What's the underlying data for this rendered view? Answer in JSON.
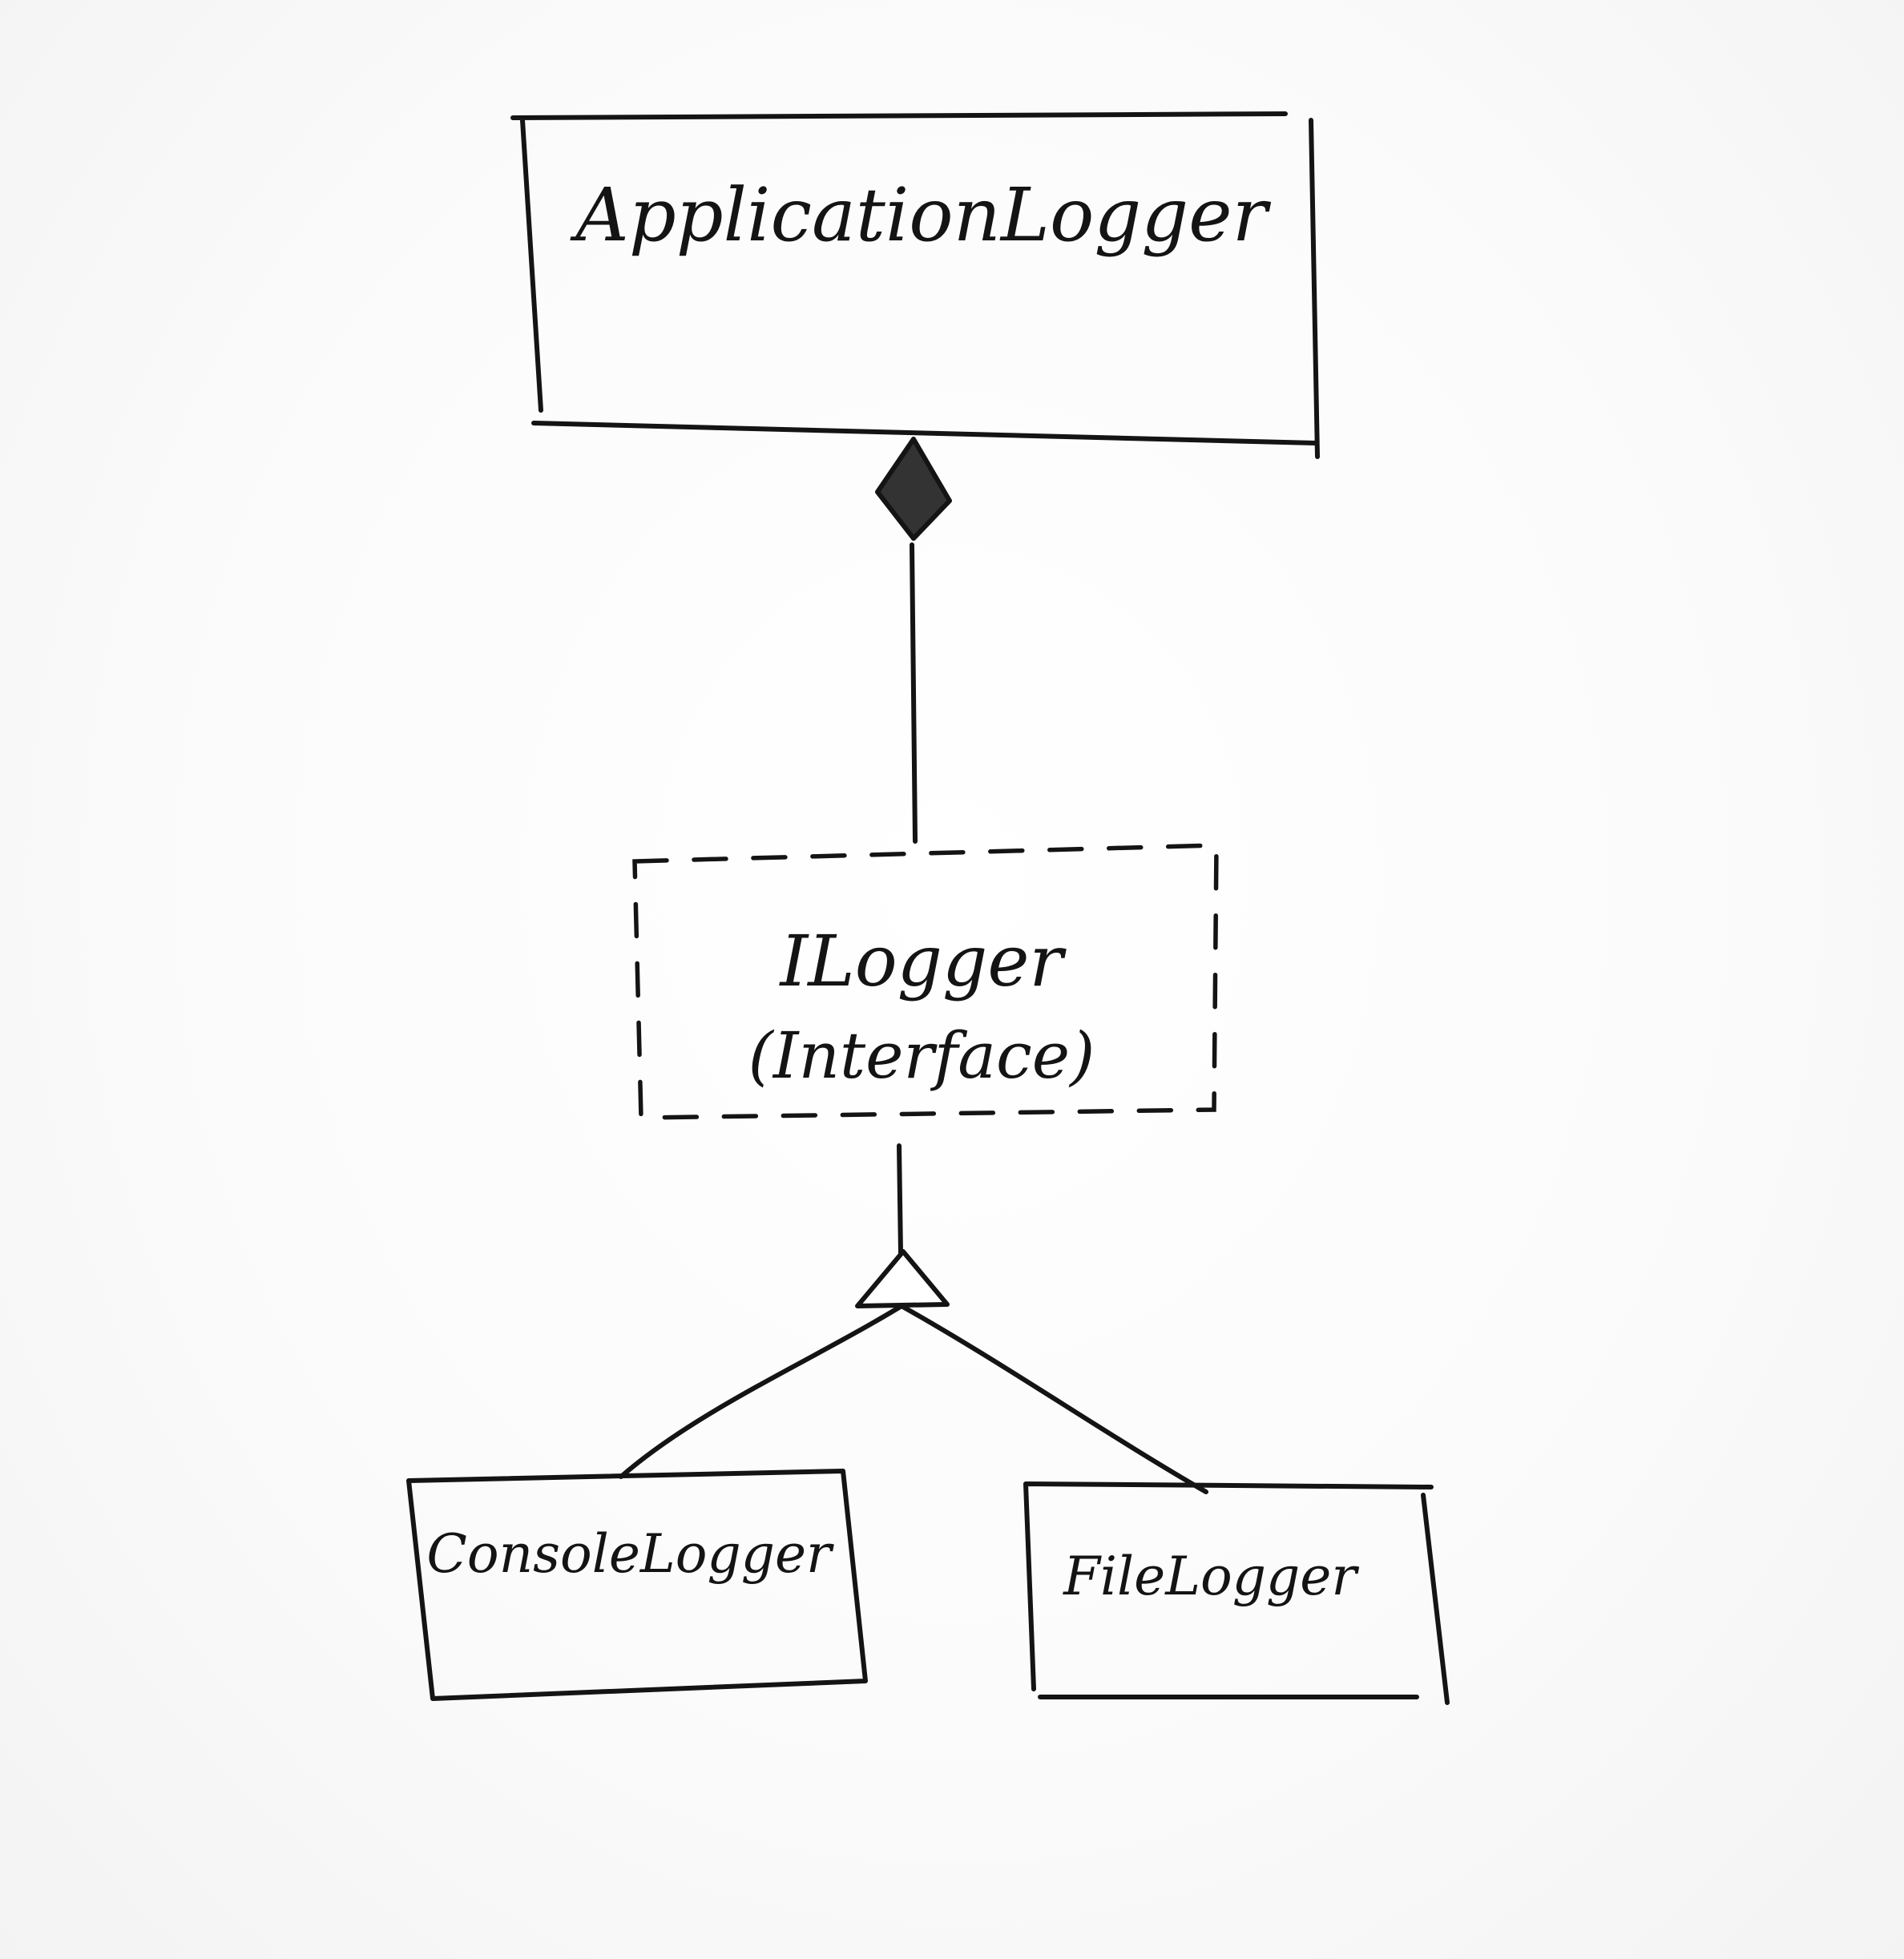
{
  "diagram": {
    "application_logger": {
      "label": "ApplicationLogger"
    },
    "ilogger": {
      "name": "ILogger",
      "stereotype": "(Interface)"
    },
    "console_logger": {
      "label": "ConsoleLogger"
    },
    "file_logger": {
      "label": "FileLogger"
    },
    "relations": [
      {
        "from": "ApplicationLogger",
        "to": "ILogger",
        "type": "composition"
      },
      {
        "from": "ConsoleLogger",
        "to": "ILogger",
        "type": "realization"
      },
      {
        "from": "FileLogger",
        "to": "ILogger",
        "type": "realization"
      }
    ],
    "colors": {
      "ink": "#141414",
      "paper": "#fbfbfb"
    }
  }
}
